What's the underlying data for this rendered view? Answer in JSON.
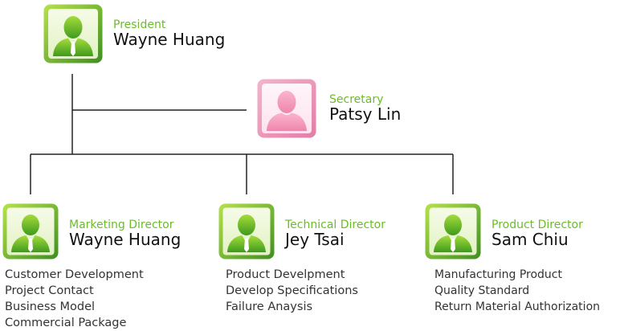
{
  "colors": {
    "role_green": "#6cbb2b",
    "avatar_green": "#6cbb2b",
    "avatar_pink": "#f08ab0",
    "connector": "#222222"
  },
  "president": {
    "role": "President",
    "name": "Wayne Huang",
    "icon": "person-icon"
  },
  "secretary": {
    "role": "Secretary",
    "name": "Patsy Lin",
    "icon": "person-icon"
  },
  "directors": [
    {
      "role": "Marketing Director",
      "name": "Wayne Huang",
      "icon": "person-icon",
      "duties": [
        "Customer Development",
        "Project Contact",
        "Business Model",
        "Commercial Package"
      ]
    },
    {
      "role": "Technical Director",
      "name": "Jey Tsai",
      "icon": "person-icon",
      "duties": [
        "Product Develpment",
        "Develop Specifications",
        "Failure Anaysis"
      ]
    },
    {
      "role": "Product Director",
      "name": "Sam Chiu",
      "icon": "person-icon",
      "duties": [
        "Manufacturing Product",
        "Quality Standard",
        "Return Material Authorization"
      ]
    }
  ]
}
